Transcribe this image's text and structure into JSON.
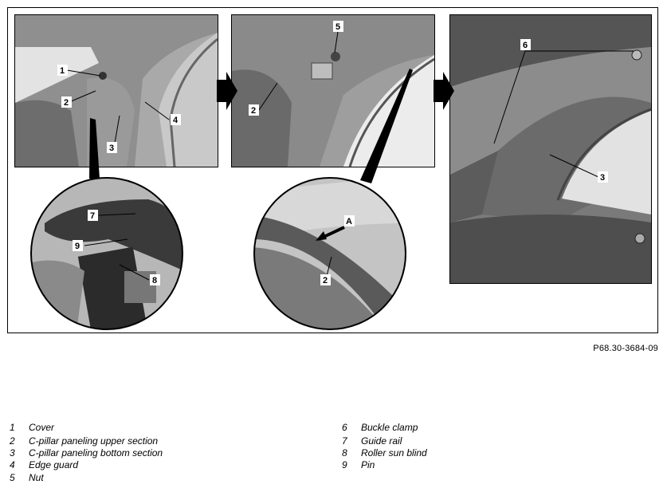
{
  "figure": {
    "reference_code": "P68.30-3684-09",
    "callouts": {
      "cover": "1",
      "c_pillar_upper": "2",
      "c_pillar_bottom": "3",
      "edge_guard": "4",
      "nut": "5",
      "buckle_clamp": "6",
      "guide_rail": "7",
      "roller_sun_blind": "8",
      "pin": "9",
      "arrow_a": "A"
    }
  },
  "legend": {
    "left": [
      {
        "num": "1",
        "label": "Cover"
      },
      {
        "num": "2",
        "label": "C-pillar paneling upper section"
      },
      {
        "num": "3",
        "label": "C-pillar paneling bottom section"
      },
      {
        "num": "4",
        "label": "Edge guard"
      },
      {
        "num": "5",
        "label": "Nut"
      }
    ],
    "right": [
      {
        "num": "6",
        "label": "Buckle clamp"
      },
      {
        "num": "7",
        "label": "Guide rail"
      },
      {
        "num": "8",
        "label": "Roller sun blind"
      },
      {
        "num": "9",
        "label": "Pin"
      }
    ]
  }
}
